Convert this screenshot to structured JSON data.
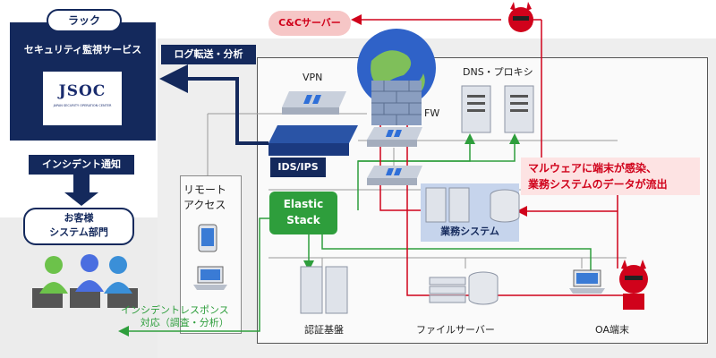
{
  "rack": {
    "title": "ラック",
    "service": "セキュリティ監視サービス",
    "logo_main": "JSOC",
    "logo_sub": "JAPAN SECURITY OPERATION CENTER"
  },
  "log_transfer": "ログ転送・分析",
  "incident_notice": "インシデント通知",
  "customer": {
    "line1": "お客様",
    "line2": "システム部門"
  },
  "incident_response": {
    "line1": "インシデントレスポンス",
    "line2": "対応（調査・分析）"
  },
  "cc_server": "C&Cサーバー",
  "vpn": "VPN",
  "fw": "FW",
  "dns_proxy": "DNS・プロキシ",
  "ids_ips": "IDS/IPS",
  "remote_access": {
    "line1": "リモート",
    "line2": "アクセス"
  },
  "elastic": {
    "line1": "Elastic",
    "line2": "Stack"
  },
  "business_system": "業務システム",
  "malware_alert": {
    "line1": "マルウェアに端末が感染、",
    "line2": "業務システムのデータが流出"
  },
  "auth": "認証基盤",
  "file_server": "ファイルサーバー",
  "oa_terminal": "OA端末",
  "colors": {
    "navy": "#14295c",
    "red": "#d0021b",
    "green": "#2e9e3c",
    "alert_bg": "#fde3e3"
  }
}
